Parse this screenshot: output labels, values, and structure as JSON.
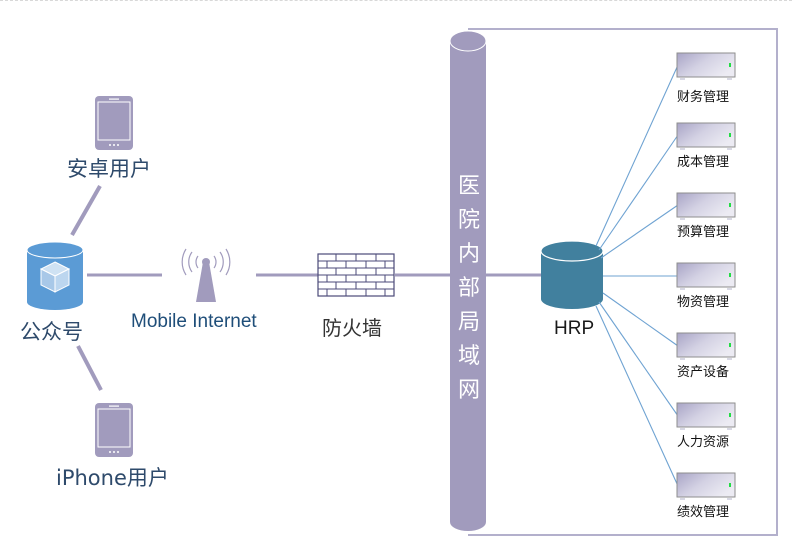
{
  "diagram": {
    "nodes": {
      "android_user": {
        "label": "安卓用户",
        "icon": "tablet-icon"
      },
      "iphone_user": {
        "label": "iPhone用户",
        "icon": "tablet-icon"
      },
      "official_account": {
        "label": "公众号",
        "icon": "database-cube-icon"
      },
      "mobile_internet": {
        "label": "Mobile Internet",
        "icon": "antenna-icon"
      },
      "firewall": {
        "label": "防火墙",
        "icon": "brick-wall-icon"
      },
      "hospital_lan": {
        "label": "医院内部局域网",
        "chars": [
          "医",
          "院",
          "内",
          "部",
          "局",
          "域",
          "网"
        ],
        "icon": "cylinder-bus-icon"
      },
      "hrp": {
        "label": "HRP",
        "icon": "database-icon"
      }
    },
    "servers": [
      {
        "label": "财务管理"
      },
      {
        "label": "成本管理"
      },
      {
        "label": "预算管理"
      },
      {
        "label": "物资管理"
      },
      {
        "label": "资产设备"
      },
      {
        "label": "人力资源"
      },
      {
        "label": "绩效管理"
      }
    ],
    "colors": {
      "purple": "#a19bbd",
      "blue_db": "#5b9bd5",
      "teal_db": "#41809e",
      "link_blue": "#6fa3d2",
      "text_navy": "#1f4e79"
    }
  }
}
